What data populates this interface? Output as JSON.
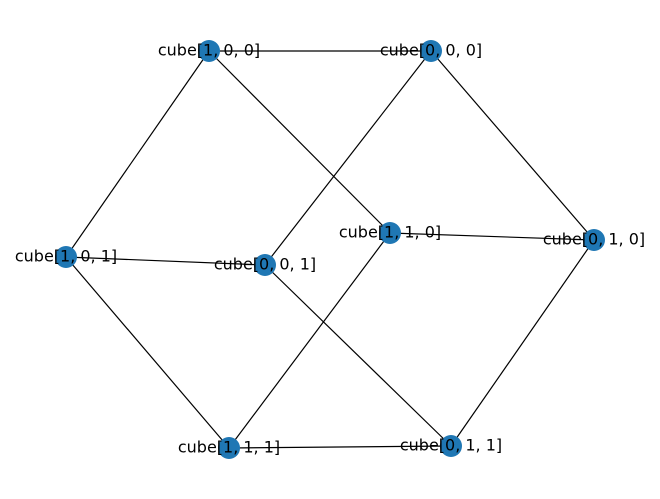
{
  "graph": {
    "node_color": "#1f77b4",
    "edge_color": "#000000",
    "nodes": [
      {
        "id": "cube[1, 0, 0]",
        "label": "cube[1, 0, 0]"
      },
      {
        "id": "cube[0, 0, 0]",
        "label": "cube[0, 0, 0]"
      },
      {
        "id": "cube[1, 1, 0]",
        "label": "cube[1, 1, 0]"
      },
      {
        "id": "cube[0, 1, 0]",
        "label": "cube[0, 1, 0]"
      },
      {
        "id": "cube[1, 0, 1]",
        "label": "cube[1, 0, 1]"
      },
      {
        "id": "cube[0, 0, 1]",
        "label": "cube[0, 0, 1]"
      },
      {
        "id": "cube[1, 1, 1]",
        "label": "cube[1, 1, 1]"
      },
      {
        "id": "cube[0, 1, 1]",
        "label": "cube[0, 1, 1]"
      }
    ],
    "edges": [
      [
        "cube[1, 0, 0]",
        "cube[0, 0, 0]"
      ],
      [
        "cube[1, 0, 0]",
        "cube[1, 0, 1]"
      ],
      [
        "cube[1, 0, 0]",
        "cube[1, 1, 0]"
      ],
      [
        "cube[0, 0, 0]",
        "cube[0, 0, 1]"
      ],
      [
        "cube[0, 0, 0]",
        "cube[0, 1, 0]"
      ],
      [
        "cube[1, 1, 0]",
        "cube[0, 1, 0]"
      ],
      [
        "cube[1, 1, 0]",
        "cube[1, 1, 1]"
      ],
      [
        "cube[0, 1, 0]",
        "cube[0, 1, 1]"
      ],
      [
        "cube[1, 0, 1]",
        "cube[0, 0, 1]"
      ],
      [
        "cube[1, 0, 1]",
        "cube[1, 1, 1]"
      ],
      [
        "cube[0, 0, 1]",
        "cube[0, 1, 1]"
      ],
      [
        "cube[1, 1, 1]",
        "cube[0, 1, 1]"
      ]
    ]
  }
}
